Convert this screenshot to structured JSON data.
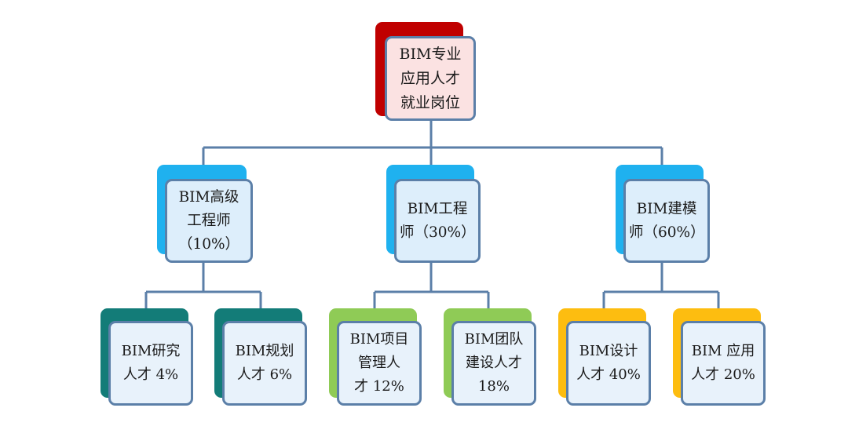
{
  "root": {
    "label": "BIM专业\n应用人才\n就业岗位",
    "shadow_color": "#c00000"
  },
  "branches": [
    {
      "label": "BIM高级\n工程师\n（10%）",
      "shadow_color": "#1fb1ef",
      "children": [
        {
          "label": "BIM研究\n人才 4%",
          "shadow_color": "#137c78"
        },
        {
          "label": "BIM规划\n人才 6%",
          "shadow_color": "#137c78"
        }
      ]
    },
    {
      "label": "BIM工程\n师（30%）",
      "shadow_color": "#1fb1ef",
      "children": [
        {
          "label": "BIM项目\n管理人\n才 12%",
          "shadow_color": "#8fcb56"
        },
        {
          "label": "BIM团队\n建设人才\n18%",
          "shadow_color": "#8fcb56"
        }
      ]
    },
    {
      "label": "BIM建模\n师（60%）",
      "shadow_color": "#1fb1ef",
      "children": [
        {
          "label": "BIM设计\n人才 40%",
          "shadow_color": "#fdbd10"
        },
        {
          "label": "BIM 应用\n人才 20%",
          "shadow_color": "#fdbd10"
        }
      ]
    }
  ],
  "connector_color": "#5b7fa8"
}
